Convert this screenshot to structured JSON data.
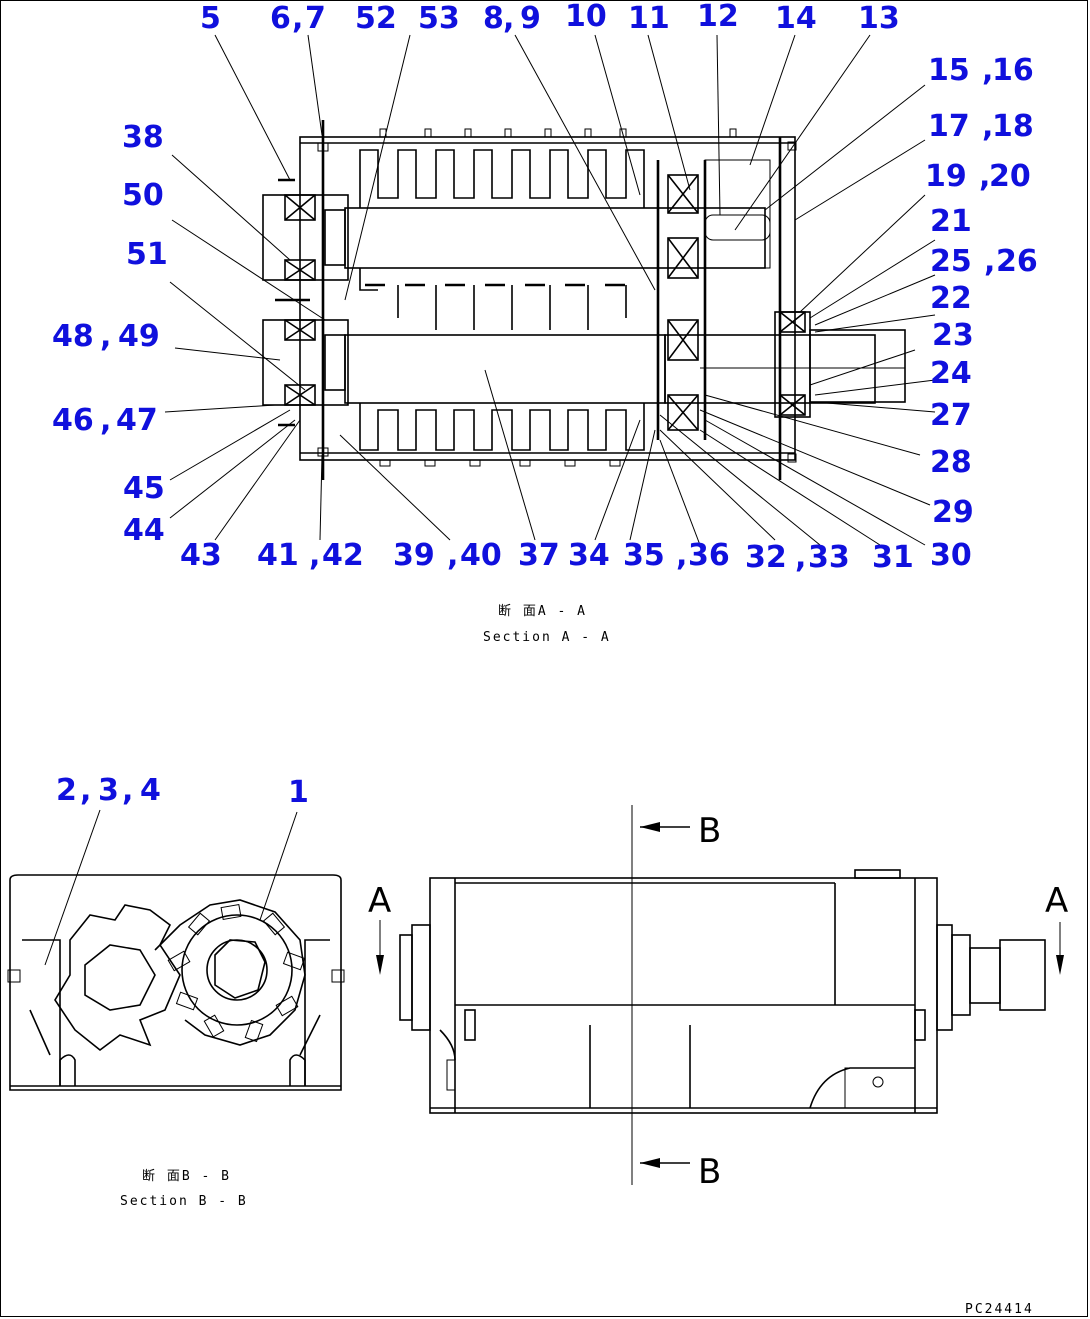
{
  "labels_a": [
    {
      "id": "l5",
      "text": "5"
    },
    {
      "id": "l6",
      "text": "6"
    },
    {
      "id": "l7",
      "text": "7"
    },
    {
      "id": "l52",
      "text": "52"
    },
    {
      "id": "l53",
      "text": "53"
    },
    {
      "id": "l8",
      "text": "8"
    },
    {
      "id": "l9",
      "text": "9"
    },
    {
      "id": "l10",
      "text": "10"
    },
    {
      "id": "l11",
      "text": "11"
    },
    {
      "id": "l12",
      "text": "12"
    },
    {
      "id": "l14",
      "text": "14"
    },
    {
      "id": "l13",
      "text": "13"
    },
    {
      "id": "l15",
      "text": "15"
    },
    {
      "id": "l16",
      "text": "16"
    },
    {
      "id": "l17",
      "text": "17"
    },
    {
      "id": "l18",
      "text": "18"
    },
    {
      "id": "l19",
      "text": "19"
    },
    {
      "id": "l20",
      "text": "20"
    },
    {
      "id": "l21",
      "text": "21"
    },
    {
      "id": "l25",
      "text": "25"
    },
    {
      "id": "l26",
      "text": "26"
    },
    {
      "id": "l22",
      "text": "22"
    },
    {
      "id": "l23",
      "text": "23"
    },
    {
      "id": "l24",
      "text": "24"
    },
    {
      "id": "l27",
      "text": "27"
    },
    {
      "id": "l28",
      "text": "28"
    },
    {
      "id": "l29",
      "text": "29"
    },
    {
      "id": "l30",
      "text": "30"
    },
    {
      "id": "l31",
      "text": "31"
    },
    {
      "id": "l33",
      "text": "33"
    },
    {
      "id": "l32",
      "text": "32"
    },
    {
      "id": "l36",
      "text": "36"
    },
    {
      "id": "l35",
      "text": "35"
    },
    {
      "id": "l34",
      "text": "34"
    },
    {
      "id": "l37",
      "text": "37"
    },
    {
      "id": "l40",
      "text": "40"
    },
    {
      "id": "l39",
      "text": "39"
    },
    {
      "id": "l42",
      "text": "42"
    },
    {
      "id": "l41",
      "text": "41"
    },
    {
      "id": "l43",
      "text": "43"
    },
    {
      "id": "l44",
      "text": "44"
    },
    {
      "id": "l45",
      "text": "45"
    },
    {
      "id": "l46",
      "text": "46"
    },
    {
      "id": "l47",
      "text": "47"
    },
    {
      "id": "l48",
      "text": "48"
    },
    {
      "id": "l49",
      "text": "49"
    },
    {
      "id": "l51",
      "text": "51"
    },
    {
      "id": "l50",
      "text": "50"
    },
    {
      "id": "l38",
      "text": "38"
    }
  ],
  "labels_b": [
    {
      "id": "l2",
      "text": "2"
    },
    {
      "id": "l3",
      "text": "3"
    },
    {
      "id": "l4",
      "text": "4"
    },
    {
      "id": "l1",
      "text": "1"
    }
  ],
  "captions": {
    "section_a_jp": "断 面A - A",
    "section_a_en": "Section A - A",
    "section_b_jp": "断 面B - B",
    "section_b_en": "Section B - B"
  },
  "markers": {
    "a": "A",
    "b": "B"
  },
  "drawing_code": "PC24414",
  "colors": {
    "label": "#1010dd",
    "line": "#000000"
  }
}
